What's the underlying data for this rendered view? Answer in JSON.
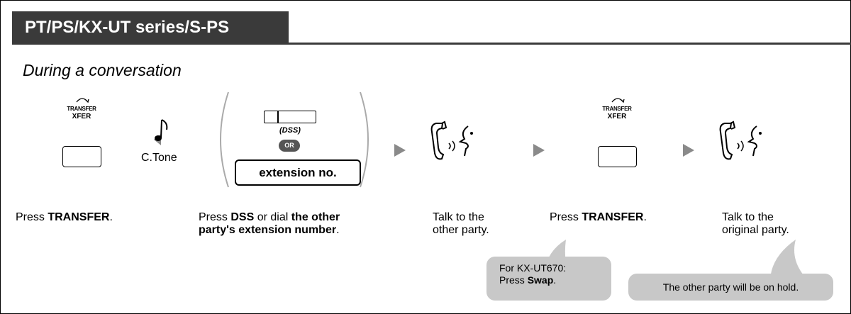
{
  "header": {
    "title": "PT/PS/KX-UT series/S-PS"
  },
  "subtitle": "During a conversation",
  "step1": {
    "button_top": "TRANSFER",
    "button_sub": "XFER",
    "pre": "Press ",
    "bold": "TRANSFER",
    "post": "."
  },
  "tone": {
    "label": "C.Tone",
    "icon": "music-note-icon"
  },
  "step2": {
    "dss_label": "(DSS)",
    "or_label": "OR",
    "ext_label": "extension no.",
    "pre": "Press ",
    "bold1": "DSS",
    "mid": " or dial ",
    "bold2": "the other",
    "bold3": "party's extension number",
    "post": "."
  },
  "step3": {
    "line1": "Talk to the",
    "line2": "other party.",
    "icon": "handset-talk-icon"
  },
  "step4": {
    "button_top": "TRANSFER",
    "button_sub": "XFER",
    "pre": "Press ",
    "bold": "TRANSFER",
    "post": "."
  },
  "step5": {
    "line1": "Talk to the",
    "line2": "original party.",
    "icon": "handset-talk-icon"
  },
  "note1": {
    "line1": "For KX-UT670:",
    "pre": "Press ",
    "bold": "Swap",
    "post": "."
  },
  "note2": {
    "text": "The other party will be on hold."
  },
  "colors": {
    "header_bg": "#3a3a3a",
    "arrow": "#8a8a8a",
    "bubble": "#c8c8c8"
  }
}
